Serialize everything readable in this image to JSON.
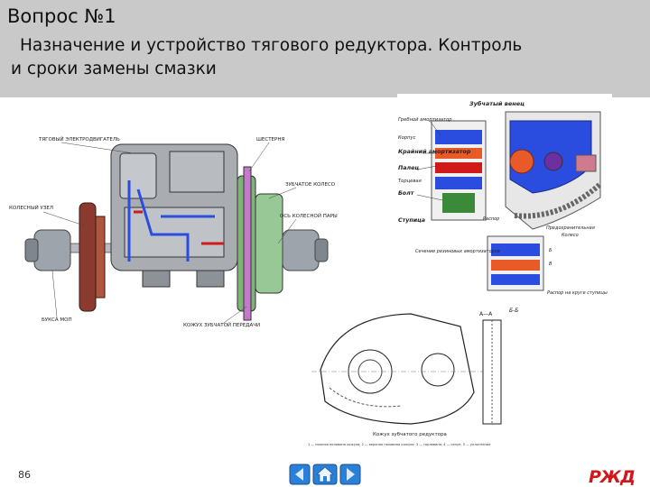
{
  "slide": {
    "title": "Вопрос №1",
    "subtitle_line1": "Назначение и устройство тягового редуктора. Контроль",
    "subtitle_line2": "и сроки замены смазки",
    "page_number": "86"
  },
  "left_diagram": {
    "labels": {
      "motor": "ТЯГОВЫЙ ЭЛЕКТРОДВИГАТЕЛЬ",
      "gear": "ШЕСТЕРНЯ",
      "wheel_gear": "ЗУБЧАТОЕ КОЛЕСО",
      "axle_set": "КОЛЕСНЫЙ УЗЕЛ",
      "wheel_pair": "ОСЬ КОЛЕСНОЙ ПАРЫ",
      "bearing": "БУКСА МОП",
      "housing": "КОЖУХ ЗУБЧАТОЙ ПЕРЕДАЧИ"
    }
  },
  "right_top_diagram": {
    "labels": {
      "gear_crown": "Зубчатый венец",
      "damper": "Гребной амортизатор",
      "housing": "Корпус",
      "extreme_damper": "Крайний амортизатор",
      "finger": "Палец",
      "end_plate": "Торцевая",
      "bolt": "Болт",
      "hub": "Ступица",
      "spring": "Распор",
      "wheel_center": "Колесо",
      "hanging": "Предохранительная",
      "section_label": "Сечение резиновых амортизаторов",
      "mark": "Б",
      "mark2": "В",
      "lower_text": "Распор на круге ступицы",
      "right_small": "Б-Б"
    }
  },
  "bottom_diagram": {
    "caption": "Кожух зубчатого редуктора",
    "note": "1 — нижняя половина кожуха; 2 — верхняя половина кожуха; 3 — горловина; 4 — сапун; 5 — уплотнение",
    "section": "А—А"
  },
  "nav_icons": [
    "arrow-left-icon",
    "home-icon",
    "arrow-right-icon"
  ],
  "logo": {
    "text": "РЖД"
  },
  "colors": {
    "header_bg": "#c9c9c9",
    "logo_red": "#d2161b",
    "damper_blue": "#2a4de0",
    "housing_gray": "#a9adb2"
  }
}
